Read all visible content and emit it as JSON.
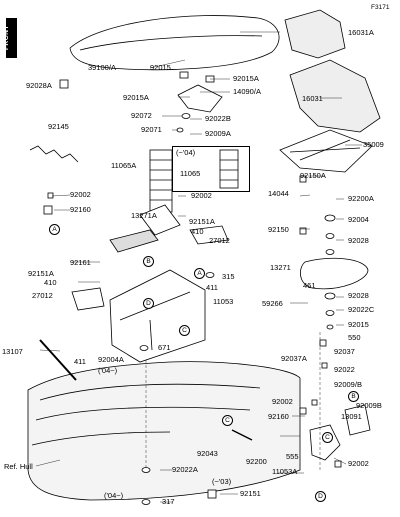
{
  "figure": {
    "code": "F3171",
    "front_label": "FRONT",
    "ref_label": "Ref. Hull"
  },
  "parts": {
    "p39100A": "39100/A",
    "p92028A": "92028A",
    "p16031A": "16031A",
    "p16031": "16031",
    "p92015_top": "92015",
    "p92015A_top": "92015A",
    "p92015A_mid": "92015A",
    "p14090A": "14090/A",
    "p92072": "92072",
    "p92022B": "92022B",
    "p92071": "92071",
    "p92009A": "92009A",
    "p92145": "92145",
    "p11065A": "11065A",
    "p11065": "11065",
    "p35009": "35009",
    "p92150A": "92150A",
    "p14044": "14044",
    "p92200A": "92200A",
    "p92002_l": "92002",
    "p92160_l": "92160",
    "p92002_c": "92002",
    "p13271A": "13271A",
    "p92151A_c": "92151A",
    "p410_c": "410",
    "p27012_c": "27012",
    "p92004": "92004",
    "p92150": "92150",
    "p92028_r1": "92028",
    "p92161": "92161",
    "p13271": "13271",
    "p92151A_l": "92151A",
    "p410_l": "410",
    "p27012_l": "27012",
    "p315": "315",
    "p411_r": "411",
    "p11053": "11053",
    "p461": "461",
    "p59266": "59266",
    "p92028_r2": "92028",
    "p92022C": "92022C",
    "p92015_r": "92015",
    "p550": "550",
    "p13107": "13107",
    "p411_l": "411",
    "p92004A": "92004A",
    "p671": "671",
    "p92037A": "92037A",
    "p92037": "92037",
    "p92022": "92022",
    "p92009B": "92009/B",
    "p92002_r1": "92002",
    "p92160_r": "92160",
    "p13091": "13091",
    "p92009B_2": "92009B",
    "p555": "555",
    "p11053A": "11053A",
    "p92002_r2": "92002",
    "p92043": "92043",
    "p92200": "92200",
    "p92022A": "92022A",
    "p317": "317",
    "p92151": "92151"
  },
  "notes": {
    "tilde04_box": "(~'04)",
    "tilde04_a": "('04~)",
    "tilde04_b": "('04~)",
    "tilde03": "(~'03)"
  },
  "callouts": [
    "A",
    "B",
    "C",
    "D"
  ]
}
